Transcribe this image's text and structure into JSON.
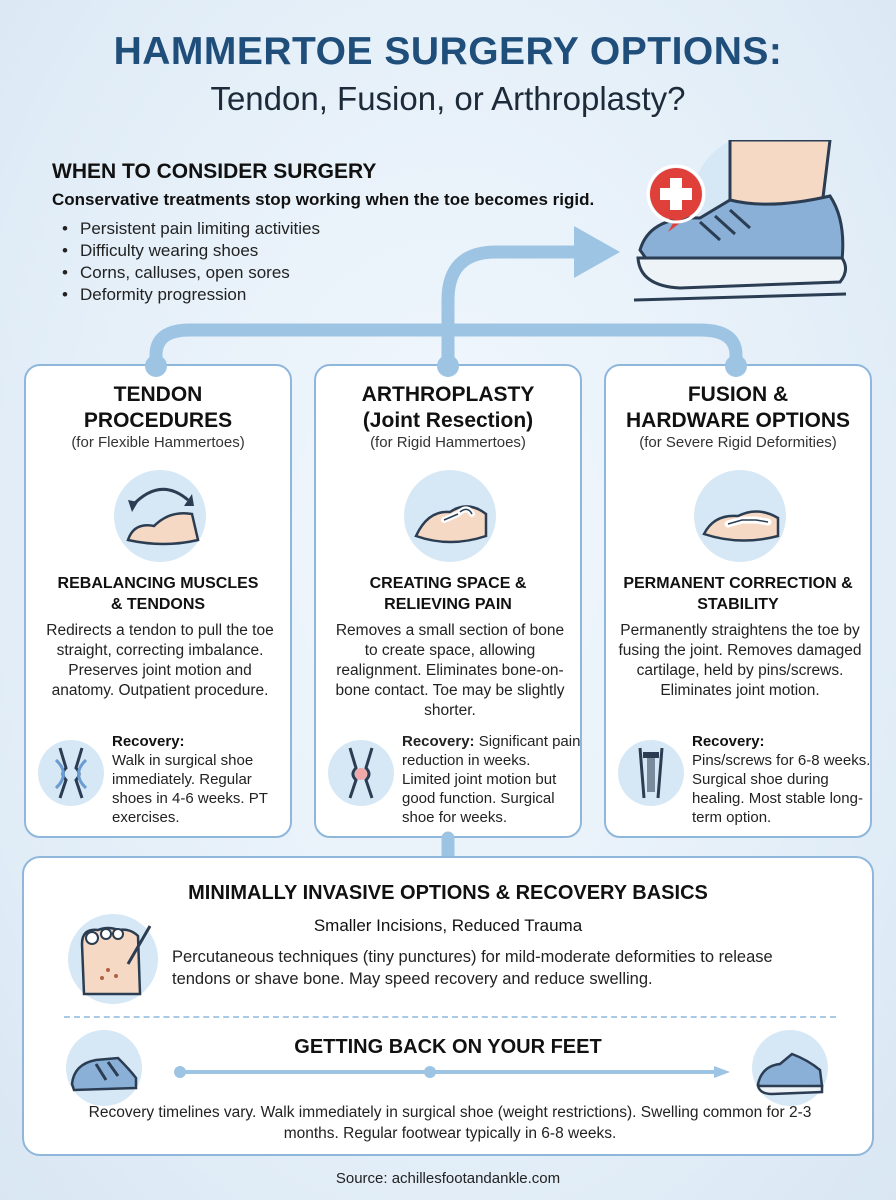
{
  "title": {
    "main": "HAMMERTOE SURGERY OPTIONS:",
    "sub": "Tendon, Fusion, or Arthroplasty?"
  },
  "when": {
    "heading": "WHEN TO CONSIDER SURGERY",
    "subheading": "Conservative treatments stop working when the toe becomes rigid.",
    "bullets": [
      "Persistent pain limiting activities",
      "Difficulty wearing shoes",
      "Corns, calluses, open sores",
      "Deformity progression"
    ]
  },
  "cards": [
    {
      "title": "TENDON PROCEDURES",
      "sub": "(for Flexible Hammertoes)",
      "subhead": "REBALANCING MUSCLES & TENDONS",
      "desc": "Redirects a tendon to pull the toe straight, correcting imbalance. Preserves joint motion and anatomy. Outpatient procedure.",
      "recovery_label": "Recovery:",
      "recovery": "Walk in surgical shoe immediately. Regular shoes in 4-6 weeks. PT exercises."
    },
    {
      "title": "ARTHROPLASTY (Joint Resection)",
      "sub": "(for Rigid Hammertoes)",
      "subhead": "CREATING SPACE & RELIEVING PAIN",
      "desc": "Removes a small section of bone to create space, allowing realignment. Eliminates bone-on-bone contact. Toe may be slightly shorter.",
      "recovery_label": "Recovery:",
      "recovery": "Significant pain reduction in weeks. Limited joint motion but good function. Surgical shoe for weeks."
    },
    {
      "title": "FUSION & HARDWARE OPTIONS",
      "sub": "(for Severe Rigid Deformities)",
      "subhead": "PERMANENT CORRECTION & STABILITY",
      "desc": "Permanently straightens the toe by fusing the joint. Removes damaged cartilage, held by pins/screws. Eliminates joint motion.",
      "recovery_label": "Recovery:",
      "recovery": "Pins/screws for 6-8 weeks. Surgical shoe during healing. Most stable long-term option."
    }
  ],
  "minimally_invasive": {
    "title": "MINIMALLY INVASIVE OPTIONS & RECOVERY BASICS",
    "sub": "Smaller Incisions, Reduced Trauma",
    "desc": "Percutaneous techniques (tiny punctures) for mild-moderate deformities to release tendons or shave bone. May speed recovery and reduce swelling."
  },
  "back_on_feet": {
    "title": "GETTING BACK ON YOUR FEET",
    "desc": "Recovery timelines vary. Walk immediately in surgical shoe (weight restrictions). Swelling common for 2-3 months. Regular footwear typically in 6-8 weeks."
  },
  "source": "Source: achillesfootandankle.com",
  "colors": {
    "accent": "#8fb7dc",
    "title": "#1f4e7a",
    "icon_bg": "#d6e8f5",
    "medical_red": "#e0403a"
  },
  "icons": [
    "medical-cross-icon",
    "sneaker-icon",
    "tendon-arrow-icon",
    "joint-resection-icon",
    "fusion-joint-icon",
    "knee-joint-icon",
    "screw-icon",
    "foot-puncture-icon",
    "shoe-strap-icon"
  ]
}
